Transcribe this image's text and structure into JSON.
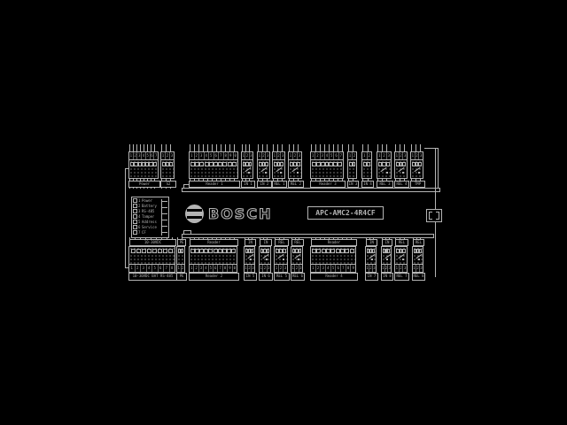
{
  "colors": {
    "background": "#000000",
    "ink": "#b4b4b4"
  },
  "brand": {
    "logo_text": "BOSCH",
    "logo_icon": "bosch-armature-icon"
  },
  "product_label": {
    "text": "APC-AMC2-4R4CF"
  },
  "groups": [
    {
      "name": "top-left",
      "blocks": [
        {
          "pins": 7,
          "caption": "Power",
          "kind": "wide"
        },
        {
          "pins": 3,
          "caption": "S2",
          "kind": "narrow"
        }
      ]
    },
    {
      "name": "top-middle",
      "blocks": [
        {
          "pins": 10,
          "caption": "Reader 1",
          "kind": "wide"
        },
        {
          "pins": 3,
          "caption": "IN 1",
          "kind": "relay"
        },
        {
          "pins": 3,
          "caption": "IN 2",
          "kind": "relay"
        },
        {
          "pins": 3,
          "caption": "REL 1",
          "kind": "relay"
        },
        {
          "pins": 3,
          "caption": "REL 2",
          "kind": "relay"
        }
      ]
    },
    {
      "name": "top-right",
      "blocks": [
        {
          "pins": 7,
          "caption": "Reader 3",
          "kind": "wide"
        },
        {
          "pins": 2,
          "caption": "IN 3",
          "kind": "narrow"
        },
        {
          "pins": 2,
          "caption": "IN 4",
          "kind": "narrow"
        },
        {
          "pins": 3,
          "caption": "REL 3",
          "kind": "relay"
        },
        {
          "pins": 3,
          "caption": "REL 4",
          "kind": "relay"
        },
        {
          "pins": 3,
          "caption": "TMP",
          "kind": "relay"
        }
      ]
    },
    {
      "name": "bottom-left",
      "blocks": [
        {
          "pins": 8,
          "caption": "10-30VDC BAT RS-485",
          "kind": "wide"
        },
        {
          "pins": 2,
          "caption": "PE",
          "kind": "narrow"
        }
      ]
    },
    {
      "name": "bottom-middle",
      "blocks": [
        {
          "pins": 10,
          "caption": "Reader 2",
          "kind": "wide"
        },
        {
          "pins": 3,
          "caption": "IN 5",
          "kind": "relay"
        },
        {
          "pins": 3,
          "caption": "IN 6",
          "kind": "relay"
        },
        {
          "pins": 3,
          "caption": "REL 5",
          "kind": "relay"
        },
        {
          "pins": 3,
          "caption": "REL 6",
          "kind": "relay"
        }
      ]
    },
    {
      "name": "bottom-right",
      "blocks": [
        {
          "pins": 9,
          "caption": "Reader 4",
          "kind": "wide"
        },
        {
          "pins": 3,
          "caption": "IN 7",
          "kind": "relay"
        },
        {
          "pins": 3,
          "caption": "IN 8",
          "kind": "relay"
        },
        {
          "pins": 3,
          "caption": "REL 7",
          "kind": "relay"
        },
        {
          "pins": 3,
          "caption": "REL 8",
          "kind": "relay"
        }
      ]
    }
  ],
  "side_table": {
    "rows": [
      {
        "n": "1",
        "label": "Power"
      },
      {
        "n": "2",
        "label": "Battery"
      },
      {
        "n": "3",
        "label": "RS-485"
      },
      {
        "n": "4",
        "label": "Tamper"
      },
      {
        "n": "5",
        "label": "Address"
      },
      {
        "n": "6",
        "label": "Service"
      },
      {
        "n": "7",
        "label": "CF"
      }
    ]
  }
}
